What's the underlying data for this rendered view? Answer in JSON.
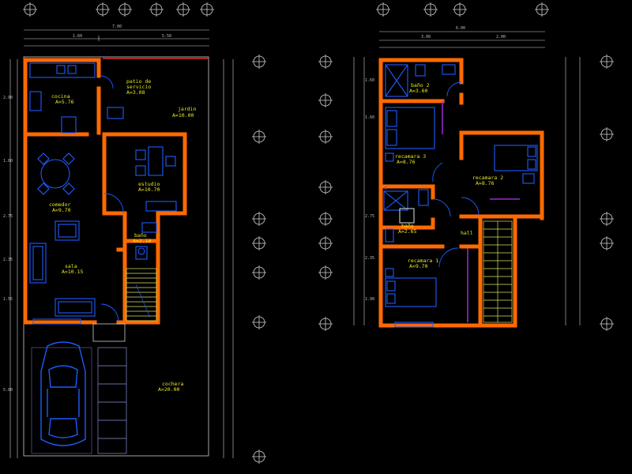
{
  "colors": {
    "background": "#000000",
    "wall": "#ff6a00",
    "furniture": "#1e5bff",
    "text": "#e8e820",
    "stair": "#e0e060",
    "dimension": "#cfcfcf",
    "accent_purple": "#9a2bd6"
  },
  "ground_floor": {
    "overall_dim": "7.00",
    "sub_dims": [
      "1.60",
      "5.50"
    ],
    "rooms": {
      "cocina": {
        "name": "cocina",
        "area": "A=5.76"
      },
      "patio_servicio": {
        "name": "patio de",
        "name2": "servicio",
        "area": "A=3.08"
      },
      "jardin": {
        "name": "jardin",
        "area": "A=10.00"
      },
      "estudio": {
        "name": "estudio",
        "area": "A=10.70"
      },
      "comedor": {
        "name": "comedor",
        "area": "A=9.70"
      },
      "sala": {
        "name": "sala",
        "area": "A=10.15"
      },
      "bano": {
        "name": "baño",
        "area": "A=2.10"
      },
      "cochera": {
        "name": "cochera",
        "area": "A=20.00"
      }
    },
    "side_dims_left": [
      "2.90",
      "1.60",
      "2.75",
      "2.35",
      "1.55",
      "5.00"
    ]
  },
  "upper_floor": {
    "overall_dim": "6.00",
    "sub_dims": [
      "3.00",
      "2.00"
    ],
    "rooms": {
      "bano2": {
        "name": "baño 2",
        "area": "A=3.60"
      },
      "recamara3": {
        "name": "recamara 3",
        "area": "A=8.76"
      },
      "recamara2": {
        "name": "recamara 2",
        "area": "A=8.76"
      },
      "bano1": {
        "name": "baño",
        "area": "A=2.65"
      },
      "hall": {
        "name": "hall",
        "area": ""
      },
      "recamara1": {
        "name": "recamara 1",
        "area": "A=9.70"
      }
    },
    "side_dims_left": [
      "1.60",
      "1.60",
      "2.75",
      "2.35",
      "1.90"
    ]
  }
}
